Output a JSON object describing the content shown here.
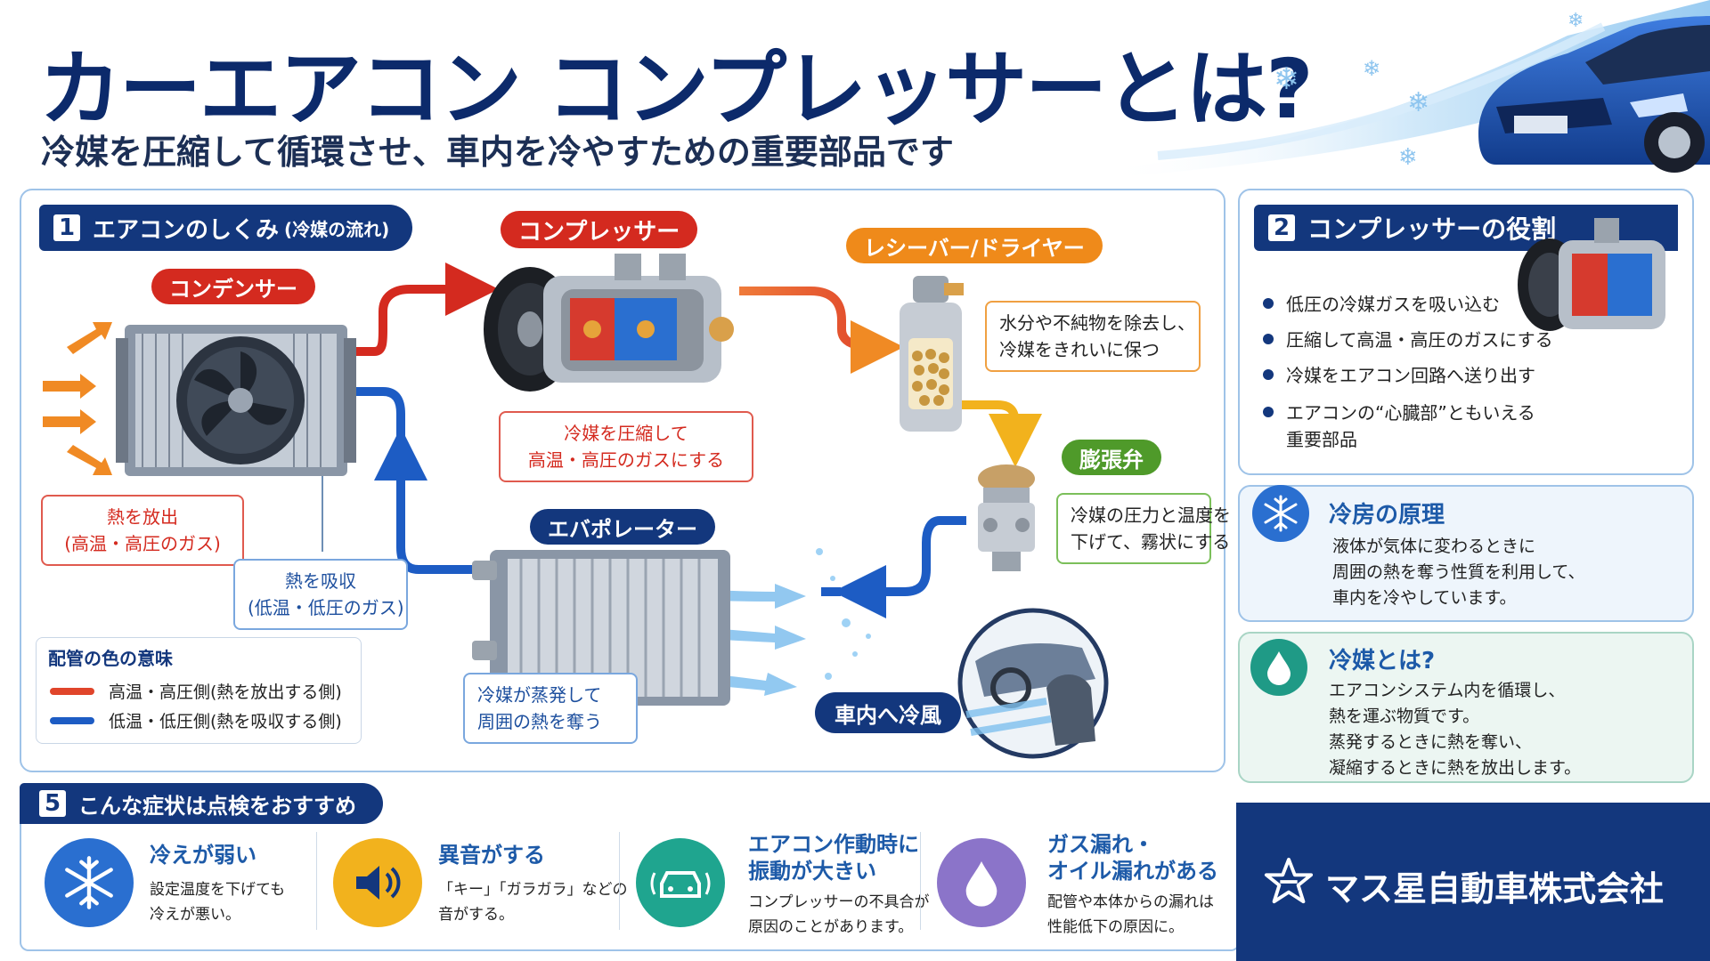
{
  "header": {
    "title": "カーエアコン コンプレッサーとは?",
    "subtitle": "冷媒を圧縮して循環させ、車内を冷やすための重要部品です"
  },
  "section1": {
    "num": "1",
    "title": "エアコンのしくみ",
    "title_note": "(冷媒の流れ)",
    "condenser": {
      "label": "コンデンサー",
      "note_lines": [
        "熱を放出",
        "(高温・高圧のガス)"
      ]
    },
    "compressor": {
      "label": "コンプレッサー",
      "note_lines": [
        "冷媒を圧縮して",
        "高温・高圧のガスにする"
      ]
    },
    "receiver": {
      "label": "レシーバー/ドライヤー",
      "note_lines": [
        "水分や不純物を除去し、",
        "冷媒をきれいに保つ"
      ]
    },
    "expansion": {
      "label": "膨張弁",
      "note_lines": [
        "冷媒の圧力と温度を",
        "下げて、霧状にする"
      ]
    },
    "evaporator": {
      "label": "エバポレーター",
      "note_lines": [
        "冷媒が蒸発して",
        "周囲の熱を奪う"
      ]
    },
    "absorb_note_lines": [
      "熱を吸収",
      "(低温・低圧のガス)"
    ],
    "cold_air_label": "車内へ冷風",
    "legend": {
      "title": "配管の色の意味",
      "items": [
        {
          "label": "高温・高圧側(熱を放出する側)",
          "color": "#e0452b"
        },
        {
          "label": "低温・低圧側(熱を吸収する側)",
          "color": "#1d5cc4"
        }
      ]
    }
  },
  "section2": {
    "num": "2",
    "title": "コンプレッサーの役割",
    "items": [
      "低圧の冷媒ガスを吸い込む",
      "圧縮して高温・高圧のガスにする",
      "冷媒をエアコン回路へ送り出す",
      "エアコンの“心臓部”ともいえる"
    ],
    "item4_line2": "重要部品"
  },
  "principle": {
    "title": "冷房の原理",
    "lines": [
      "液体が気体に変わるときに",
      "周囲の熱を奪う性質を利用して、",
      "車内を冷やしています。"
    ],
    "icon": "snowflake-icon"
  },
  "refrigerant": {
    "title": "冷媒とは?",
    "lines": [
      "エアコンシステム内を循環し、",
      "熱を運ぶ物質です。",
      "蒸発するときに熱を奪い、",
      "凝縮するときに熱を放出します。"
    ],
    "icon": "droplet-icon"
  },
  "section5": {
    "num": "5",
    "title": "こんな症状は点検をおすすめ",
    "symptoms": [
      {
        "title_lines": [
          "冷えが弱い"
        ],
        "text_lines": [
          "設定温度を下げても",
          "冷えが悪い。"
        ],
        "icon": "snowflake-icon",
        "color": "#2a6fd0"
      },
      {
        "title_lines": [
          "異音がする"
        ],
        "text_lines": [
          "「キー」「ガラガラ」などの",
          "音がする。"
        ],
        "icon": "speaker-icon",
        "color": "#f2b21d"
      },
      {
        "title_lines": [
          "エアコン作動時に",
          "振動が大きい"
        ],
        "text_lines": [
          "コンプレッサーの不具合が",
          "原因のことがあります。"
        ],
        "icon": "car-vibration-icon",
        "color": "#1fa58f"
      },
      {
        "title_lines": [
          "ガス漏れ・",
          "オイル漏れがある"
        ],
        "text_lines": [
          "配管や本体からの漏れは",
          "性能低下の原因に。"
        ],
        "icon": "droplet-icon",
        "color": "#8b74c9"
      }
    ]
  },
  "company": {
    "name": "マス星自動車株式会社",
    "icon": "star-logo-icon"
  },
  "colors": {
    "navy": "#13377d",
    "hot": "#d42a1f",
    "cold": "#1d5cc4",
    "orange": "#ef8a1a",
    "green": "#4f9a2a"
  }
}
